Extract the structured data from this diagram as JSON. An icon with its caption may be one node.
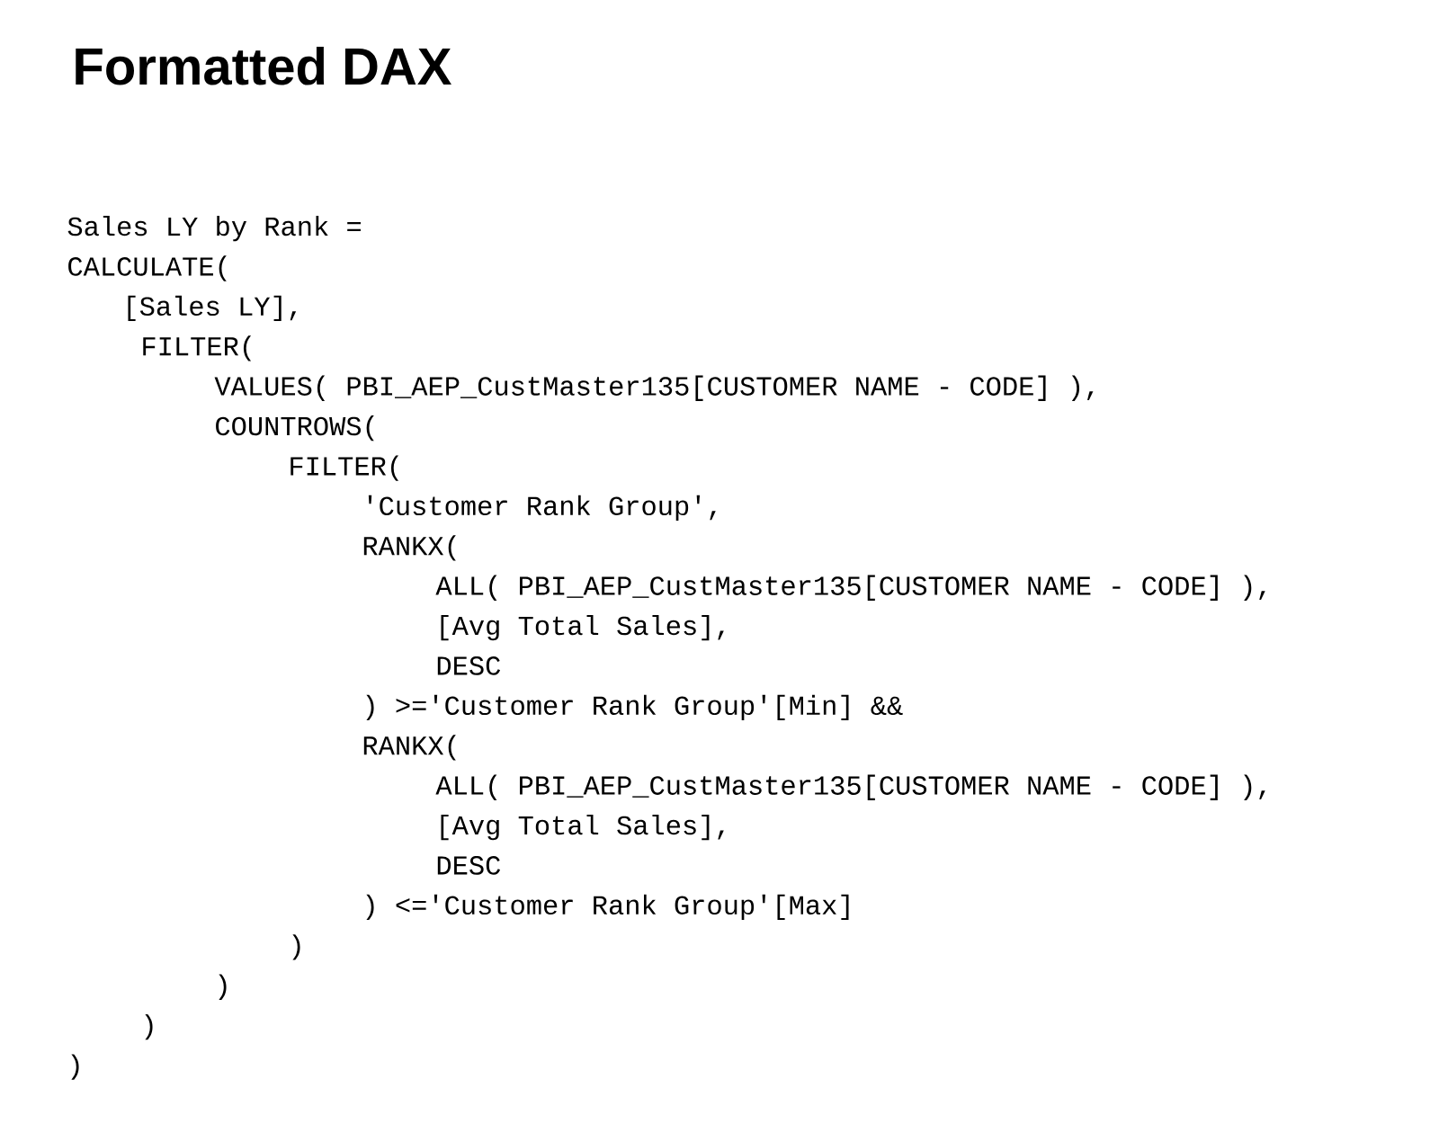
{
  "diagram": {
    "title": "Formatted DAX",
    "labels": [
      "Sales LY by Rank =",
      "CALCULATE(",
      "[Sales LY],",
      "FILTER(",
      "VALUES( PBI_AEP_CustMaster135[CUSTOMER NAME - CODE] ),",
      "COUNTROWS(",
      "FILTER(",
      "'Customer Rank Group',",
      "RANKX(",
      "ALL( PBI_AEP_CustMaster135[CUSTOMER NAME - CODE] ),",
      "[Avg Total Sales],",
      "DESC",
      ") >='Customer Rank Group'[Min] &&",
      "RANKX(",
      "ALL( PBI_AEP_CustMaster135[CUSTOMER NAME - CODE] ),",
      "[Avg Total Sales],",
      "DESC",
      ") <='Customer Rank Group'[Max]",
      ")",
      ")",
      ")",
      ")"
    ]
  }
}
